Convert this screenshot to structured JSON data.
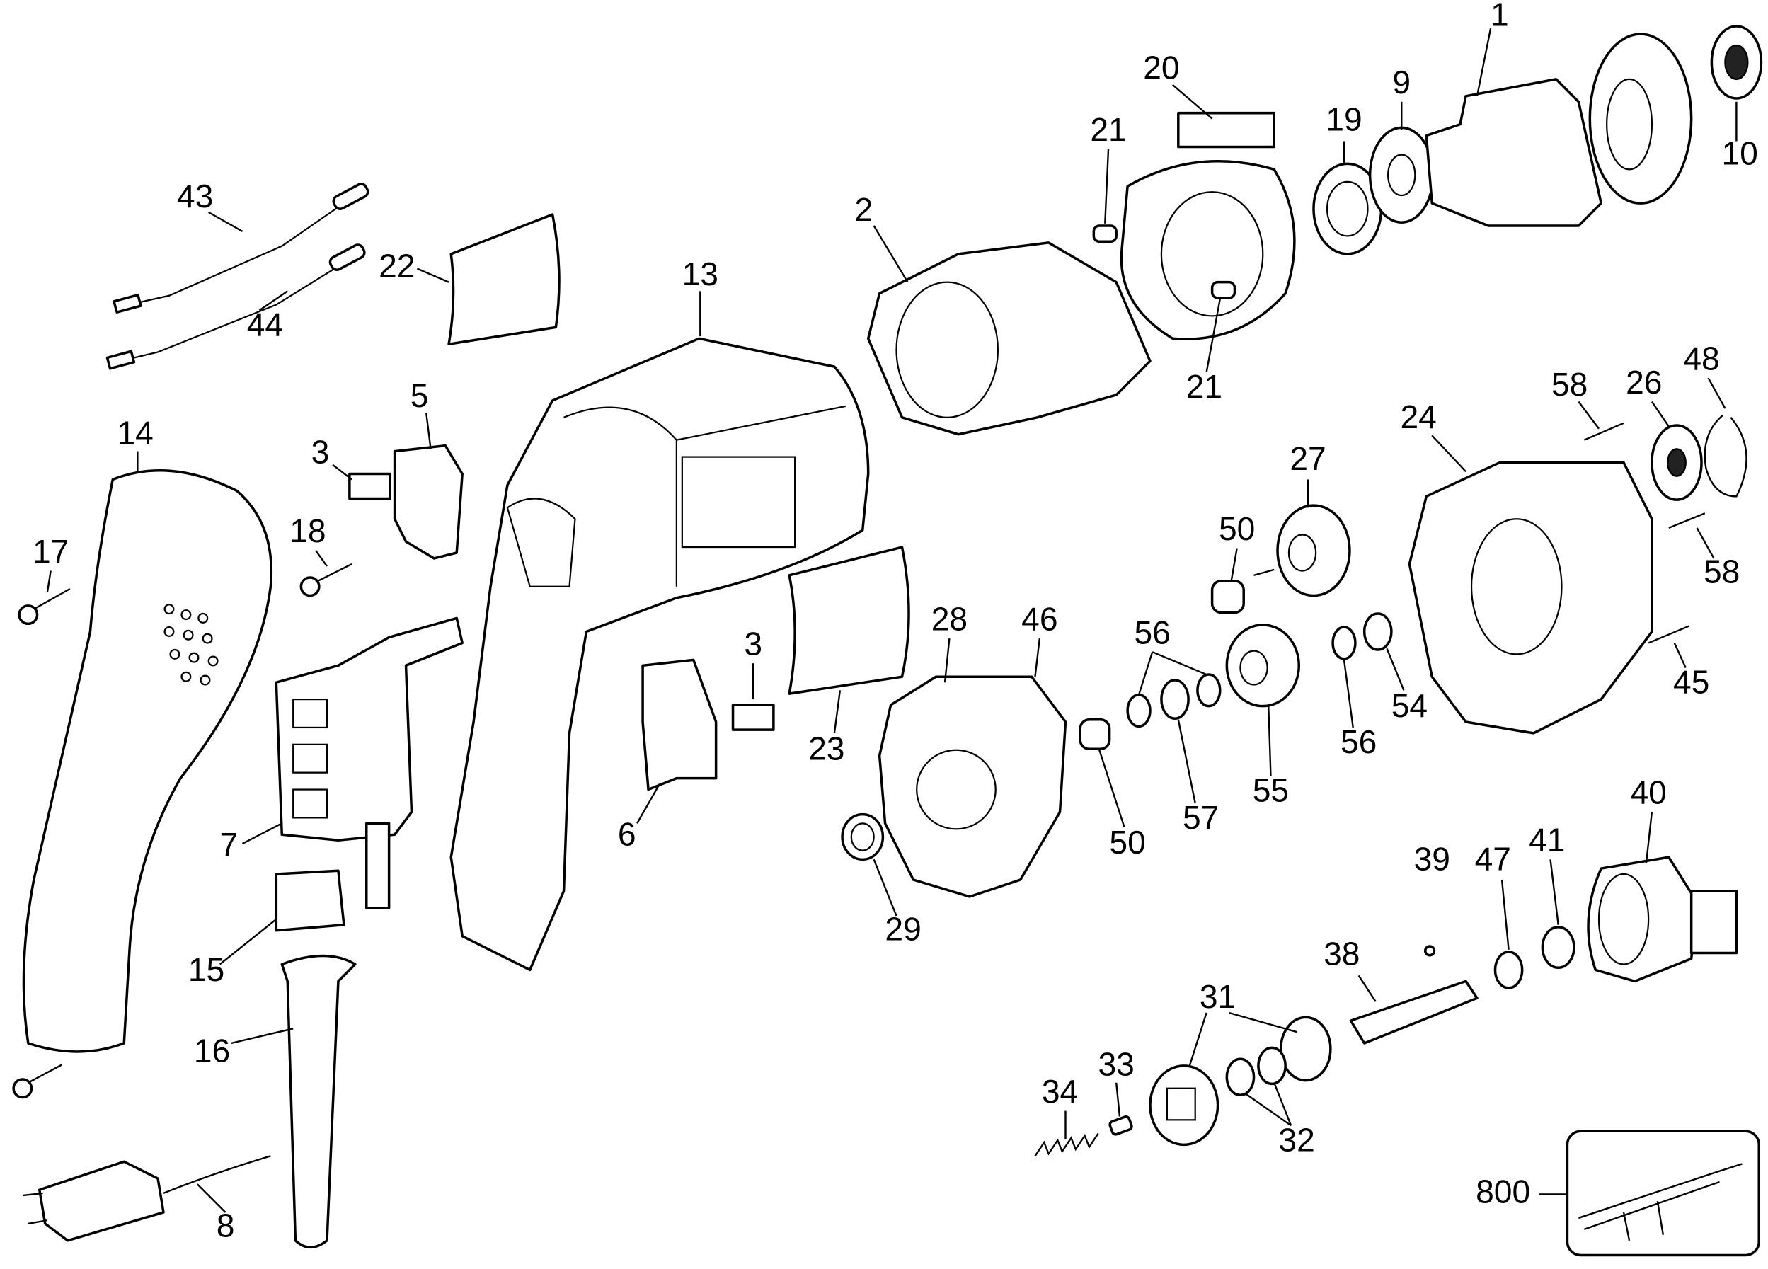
{
  "diagram": {
    "callouts": [
      "1",
      "9",
      "10",
      "19",
      "20",
      "21",
      "21",
      "2",
      "43",
      "44",
      "22",
      "13",
      "5",
      "3",
      "14",
      "17",
      "18",
      "48",
      "58",
      "26",
      "24",
      "27",
      "50",
      "58",
      "28",
      "46",
      "56",
      "3",
      "23",
      "56",
      "54",
      "45",
      "55",
      "57",
      "50",
      "7",
      "6",
      "29",
      "40",
      "39",
      "47",
      "41",
      "38",
      "15",
      "31",
      "16",
      "33",
      "34",
      "32",
      "800",
      "8"
    ],
    "colors": {
      "line": "#000000",
      "background": "#ffffff"
    }
  }
}
